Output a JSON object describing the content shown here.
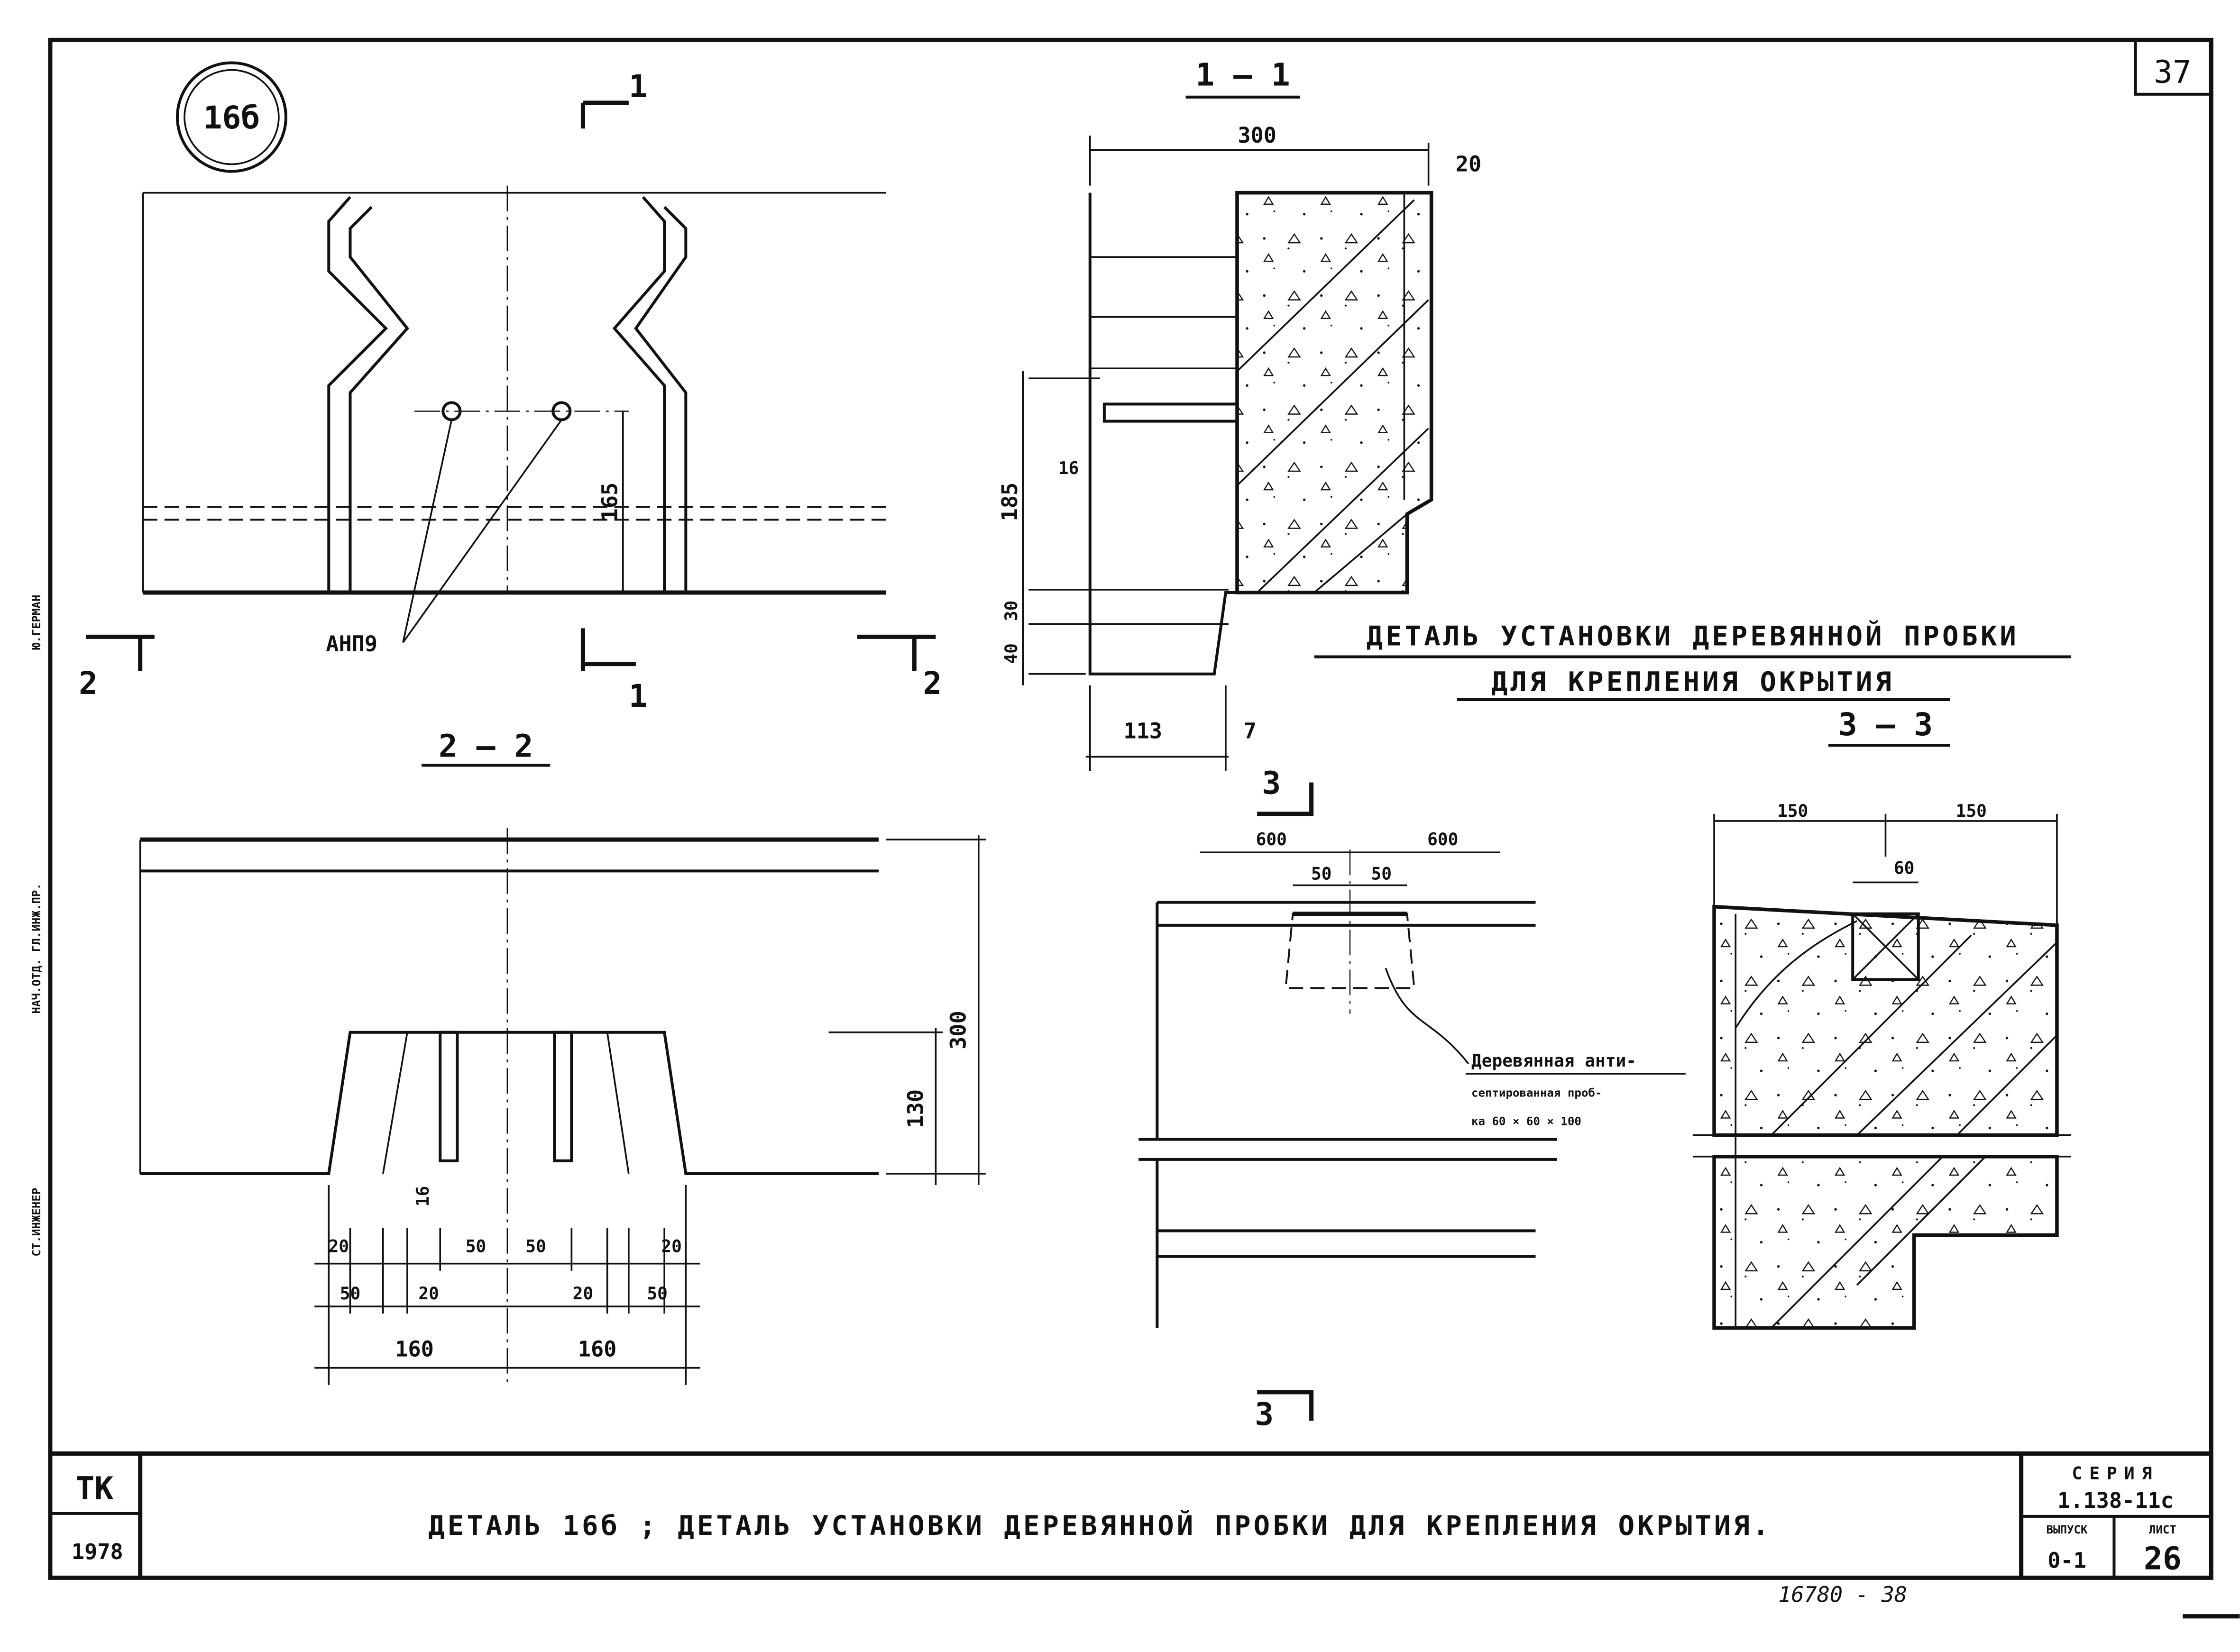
{
  "sheet": {
    "page_number": "37",
    "detail_mark": "16б",
    "series_label": "СЕРИЯ",
    "series_value": "1.138-11с",
    "issue_label": "ВЫПУСК",
    "issue_value": "0-1",
    "sheet_label": "ЛИСТ",
    "sheet_value": "26",
    "org": "ТК",
    "year": "1978",
    "title": "ДЕТАЛЬ 16б ;  ДЕТАЛЬ УСТАНОВКИ ДЕРЕВЯННОЙ ПРОБКИ ДЛЯ КРЕПЛЕНИЯ ОКРЫТИЯ.",
    "stamp_number": "16780 - 38",
    "signatures": [
      "Ю.ГЕРМАН",
      "НАЧ.ОТД. ГЛ.ИНЖ.ПР.",
      "СТ.ИНЖЕНЕР"
    ]
  },
  "plan_view": {
    "anchor_label": "АНП9",
    "dim_165": "165",
    "cut_1_top": "1",
    "cut_1_bottom": "1",
    "cut_2_left": "2",
    "cut_2_right": "2"
  },
  "section_2_2": {
    "title": "2 — 2",
    "dims": {
      "h300": "300",
      "h130": "130",
      "d16": "16",
      "top_row": [
        "20",
        "50",
        "50",
        "20"
      ],
      "mid_row": [
        "50",
        "20",
        "20",
        "50"
      ],
      "bottom_row": [
        "160",
        "160"
      ]
    }
  },
  "section_1_1": {
    "title": "1 — 1",
    "dims": {
      "w300": "300",
      "d20": "20",
      "h185": "185",
      "d16": "16",
      "d30": "30",
      "d40": "40",
      "w113": "113",
      "d7": "7"
    }
  },
  "detail": {
    "title_line1": "ДЕТАЛЬ УСТАНОВКИ ДЕРЕВЯННОЙ ПРОБКИ",
    "title_line2": "ДЛЯ КРЕПЛЕНИЯ ОКРЫТИЯ",
    "section_title": "3 — 3",
    "cut_top": "3",
    "cut_bottom": "3",
    "dims_left": {
      "a600": "600",
      "b600": "600",
      "a50": "50",
      "b50": "50"
    },
    "dims_right": {
      "a150": "150",
      "b150": "150",
      "c60": "60"
    },
    "note_line1": "Деревянная анти-",
    "note_line2": "септированная проб-",
    "note_line3": "ка 60 × 60 × 100"
  }
}
